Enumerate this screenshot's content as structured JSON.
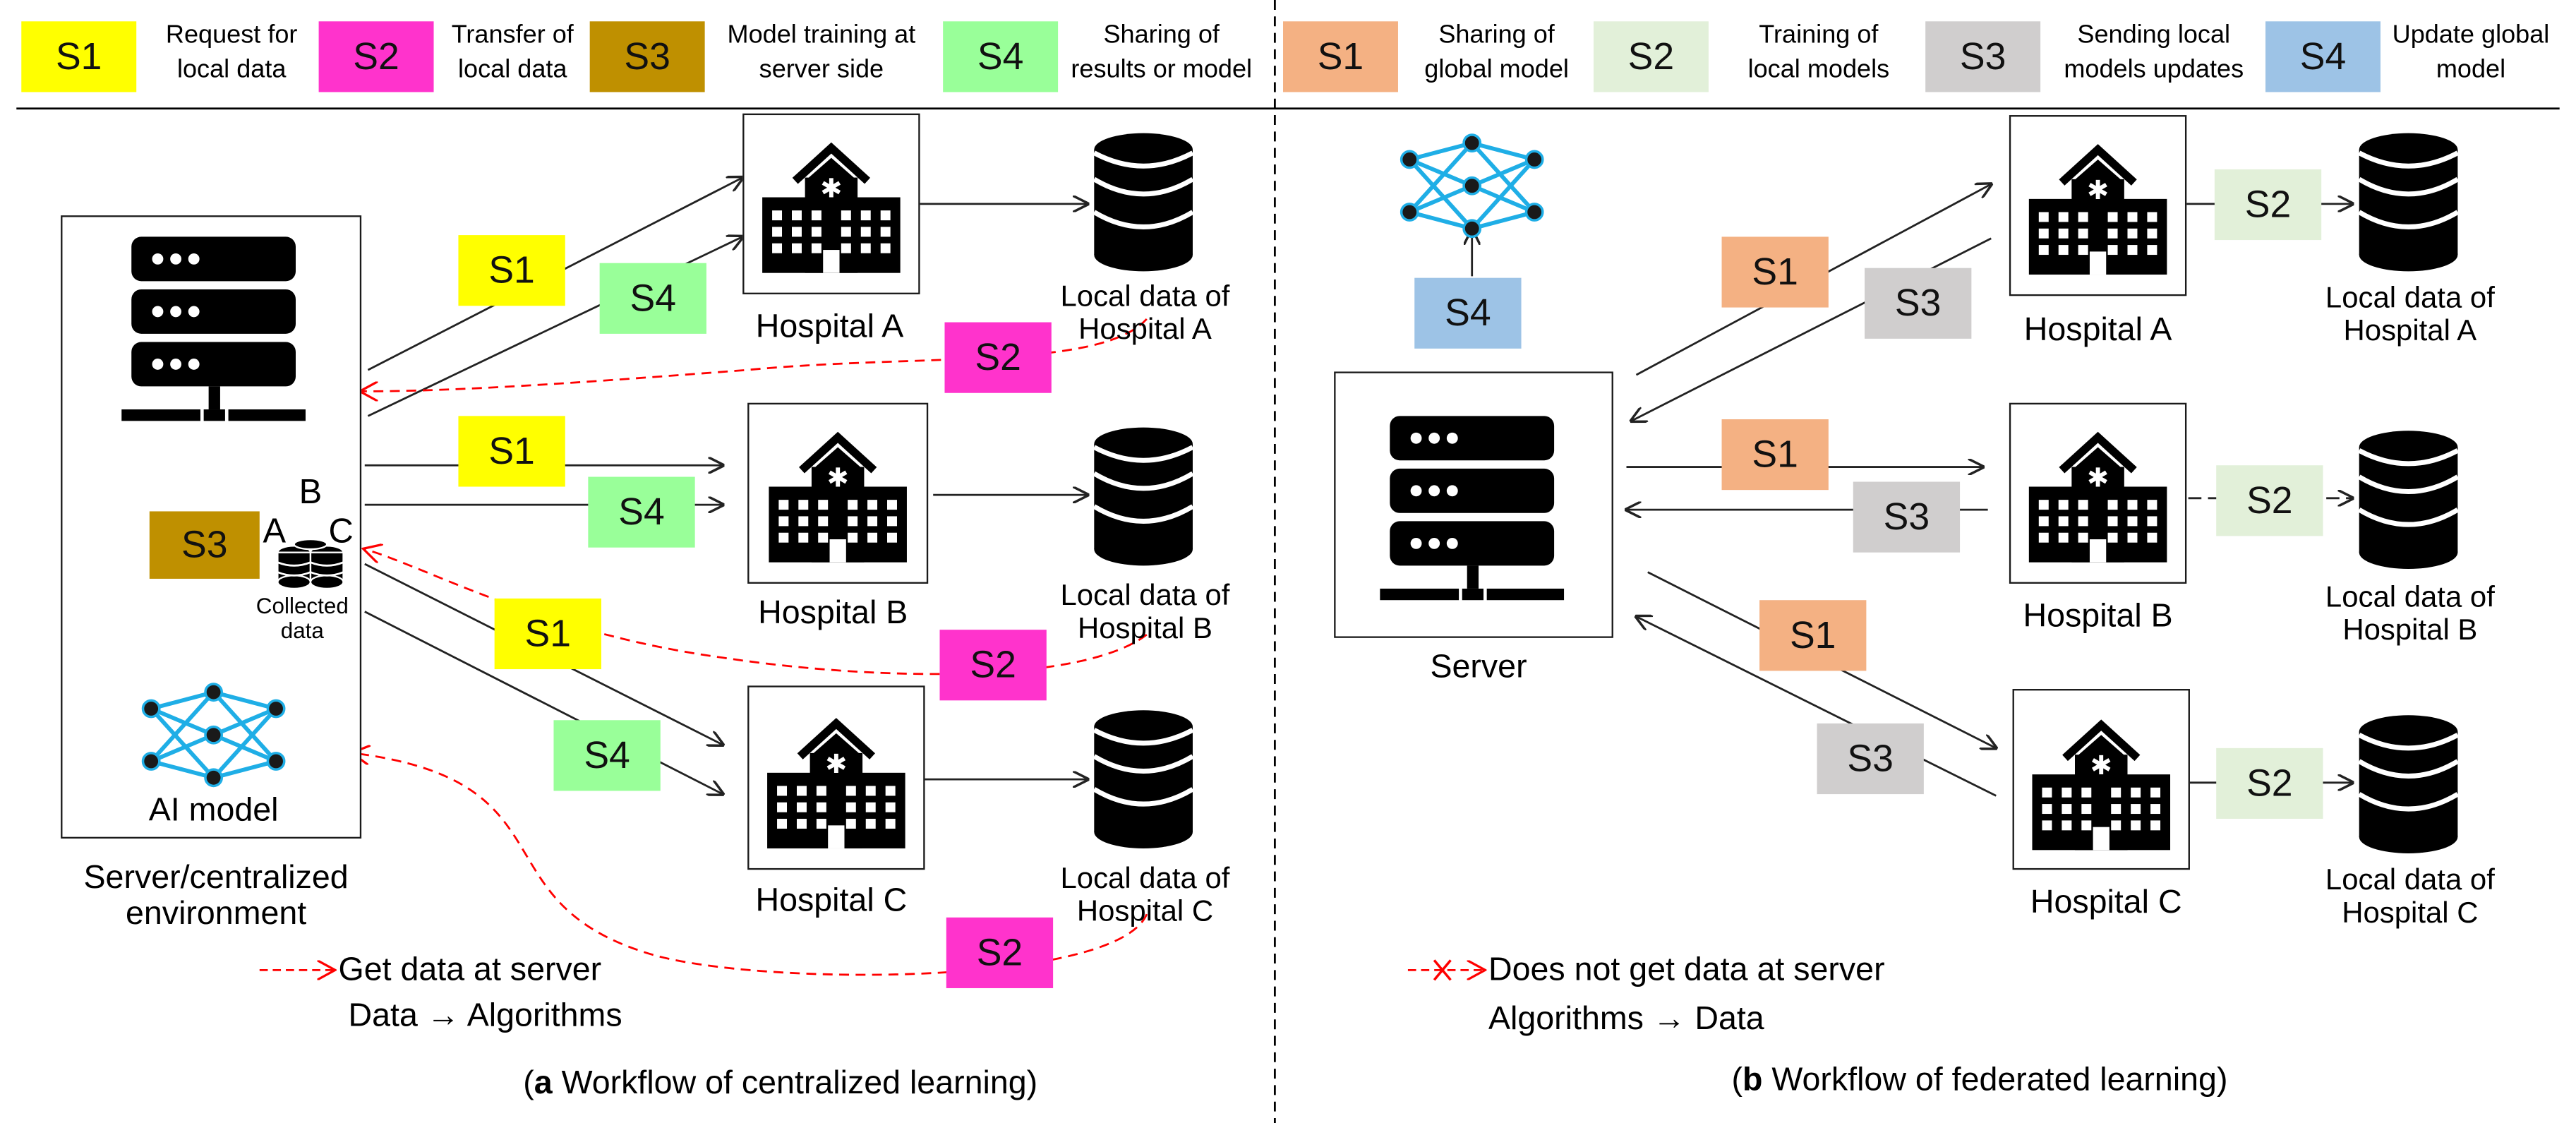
{
  "colors": {
    "yellow": "#ffff00",
    "magenta": "#ff33cc",
    "gold": "#bf9000",
    "green": "#99ff99",
    "orange": "#f4b183",
    "pale_green": "#e2f0d9",
    "gray": "#d0cece",
    "blue": "#9dc3e6",
    "red_dashed": "#ff0000",
    "neural_net": "#1faee6"
  },
  "icons": {
    "server": "server-rack-icon",
    "hospital": "hospital-building-icon",
    "database": "database-cylinder-icon",
    "ai_model": "neural-network-icon",
    "collected_data": "small-database-stack-icon",
    "blocked": "x-mark-icon"
  },
  "left": {
    "legend": [
      {
        "tag": "S1",
        "text_line1": "Request for",
        "text_line2": "local data"
      },
      {
        "tag": "S2",
        "text_line1": "Transfer of",
        "text_line2": "local data"
      },
      {
        "tag": "S3",
        "text_line1": "Model training at",
        "text_line2": "server side"
      },
      {
        "tag": "S4",
        "text_line1": "Sharing of",
        "text_line2": "results or model"
      }
    ],
    "server_caption_line1": "Server/centralized",
    "server_caption_line2": "environment",
    "ai_model_label": "AI model",
    "collected_label_line1": "Collected",
    "collected_label_line2": "data",
    "db_letters": {
      "a": "A",
      "b": "B",
      "c": "C"
    },
    "hospitals": [
      {
        "label": "Hospital A",
        "data_line1": "Local data of",
        "data_line2": "Hospital A"
      },
      {
        "label": "Hospital B",
        "data_line1": "Local data of",
        "data_line2": "Hospital B"
      },
      {
        "label": "Hospital C",
        "data_line1": "Local data of",
        "data_line2": "Hospital C"
      }
    ],
    "steps": {
      "s1": "S1",
      "s2": "S2",
      "s3": "S3",
      "s4": "S4"
    },
    "note_line1": "Get data at server",
    "note_line2": "Data → Algorithms",
    "caption_letter": "a",
    "caption_text": " Workflow of centralized learning"
  },
  "right": {
    "legend": [
      {
        "tag": "S1",
        "text_line1": "Sharing of",
        "text_line2": "global model"
      },
      {
        "tag": "S2",
        "text_line1": "Training of",
        "text_line2": "local models"
      },
      {
        "tag": "S3",
        "text_line1": "Sending local",
        "text_line2": "models updates"
      },
      {
        "tag": "S4",
        "text_line1": "Update global",
        "text_line2": "model"
      }
    ],
    "server_label": "Server",
    "hospitals": [
      {
        "label": "Hospital A",
        "data_line1": "Local data of",
        "data_line2": "Hospital A"
      },
      {
        "label": "Hospital B",
        "data_line1": "Local data of",
        "data_line2": "Hospital B"
      },
      {
        "label": "Hospital C",
        "data_line1": "Local data of",
        "data_line2": "Hospital C"
      }
    ],
    "steps": {
      "s1": "S1",
      "s2": "S2",
      "s3": "S3",
      "s4": "S4"
    },
    "note_line1": "Does not get data at server",
    "note_line2": "Algorithms  → Data",
    "caption_letter": "b",
    "caption_text": " Workflow of federated learning"
  }
}
